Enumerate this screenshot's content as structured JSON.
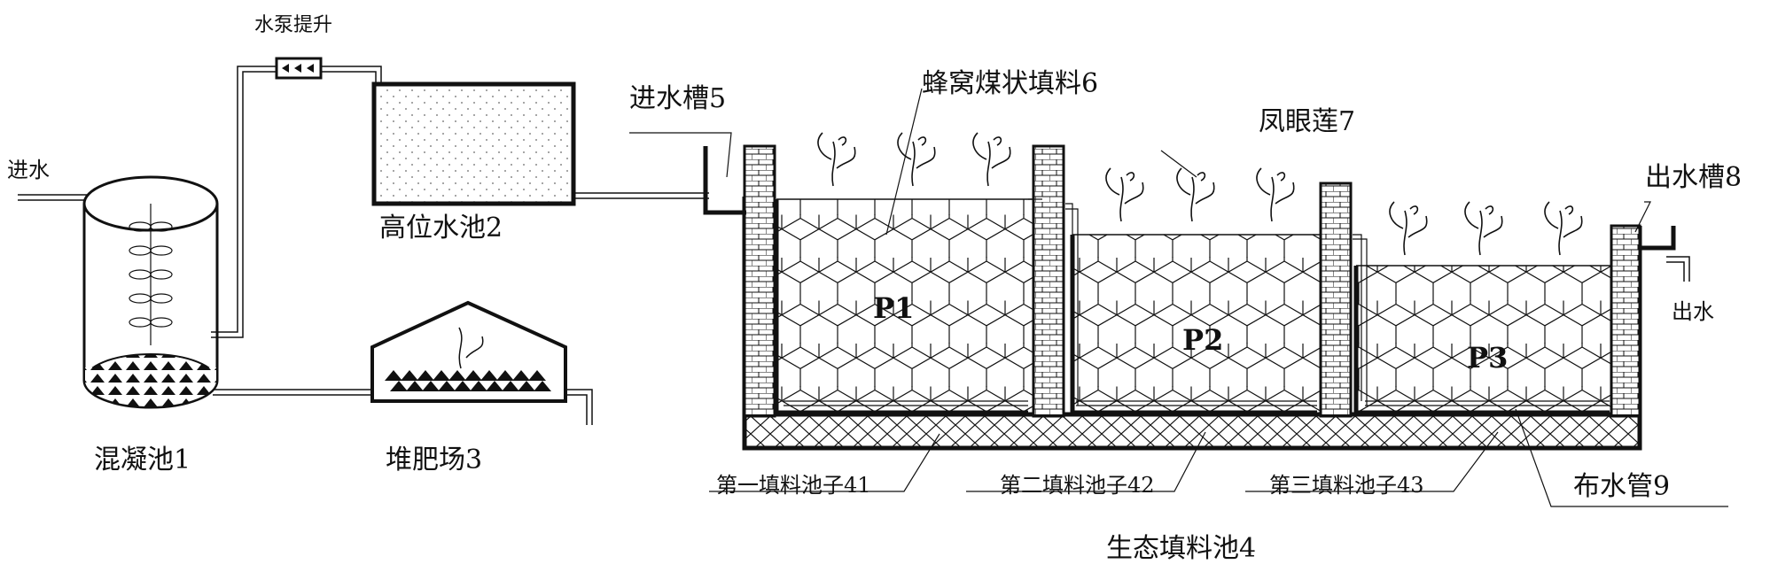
{
  "labels": {
    "inlet": "进水",
    "pump": "水泵提升",
    "high_tank": "高位水池2",
    "coag_tank": "混凝池1",
    "compost": "堆肥场3",
    "inlet_trough": "进水槽5",
    "filler": "蜂窝煤状填料6",
    "hyacinth": "凤眼莲7",
    "outlet_trough": "出水槽8",
    "outlet": "出水",
    "p1": "P1",
    "p2": "P2",
    "p3": "P3",
    "pool41": "第一填料池子41",
    "pool42": "第二填料池子42",
    "pool43": "第三填料池子43",
    "pipe9": "布水管9",
    "eco_pool": "生态填料池4"
  }
}
